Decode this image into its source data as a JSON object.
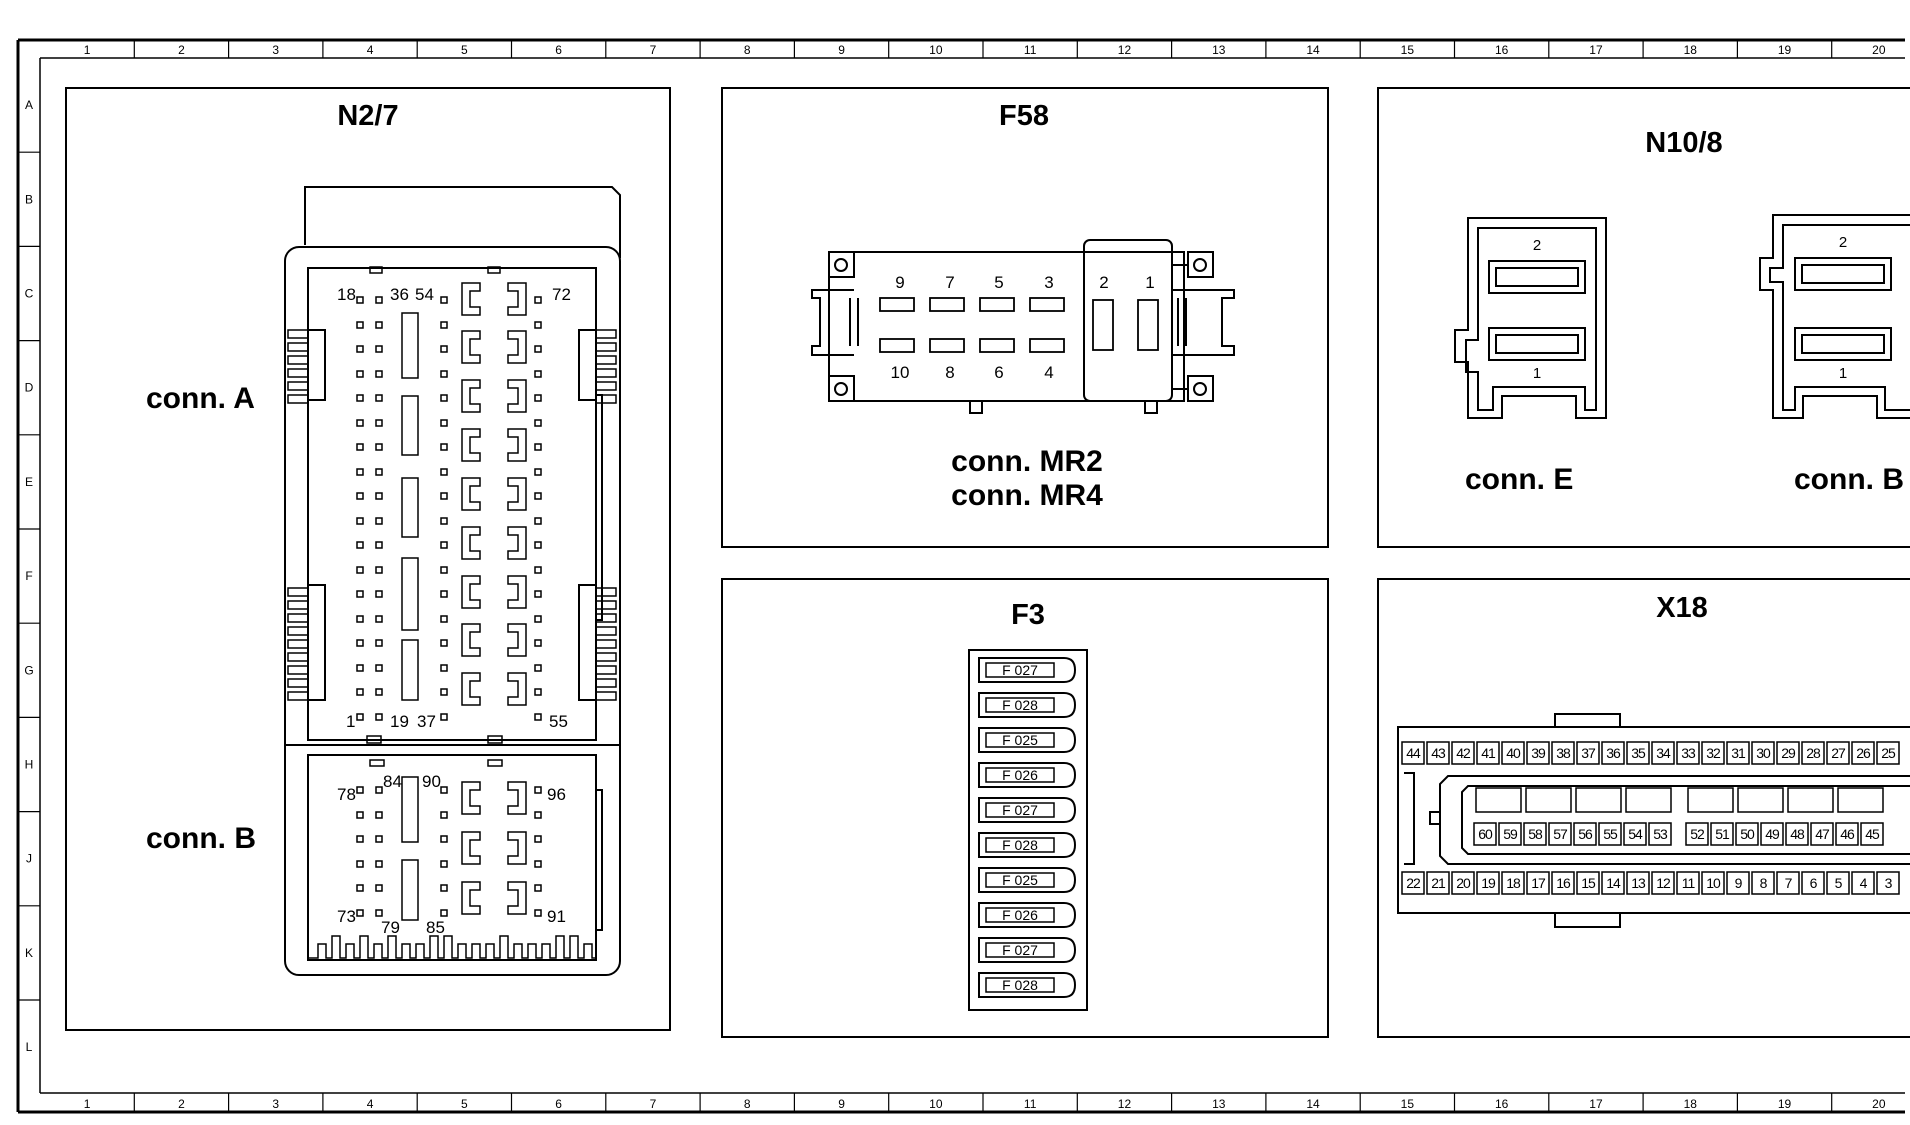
{
  "grid": {
    "columns": [
      "1",
      "2",
      "3",
      "4",
      "5",
      "6",
      "7",
      "8",
      "9",
      "10",
      "11",
      "12",
      "13",
      "14",
      "15",
      "16",
      "17",
      "18",
      "19",
      "20"
    ],
    "rows": [
      "A",
      "B",
      "C",
      "D",
      "E",
      "F",
      "G",
      "H",
      "J",
      "K",
      "L"
    ]
  },
  "n2_7": {
    "title": "N2/7",
    "conn_a_label": "conn. A",
    "conn_b_label": "conn. B",
    "pins_a_top": [
      "18",
      "36",
      "54",
      "72"
    ],
    "pins_a_bottom": [
      "1",
      "19",
      "37",
      "55"
    ],
    "pins_b_top": [
      "78",
      "84",
      "90",
      "96"
    ],
    "pins_b_bottom": [
      "73",
      "79",
      "85",
      "91"
    ]
  },
  "f58": {
    "title": "F58",
    "pins_top": [
      "9",
      "7",
      "5",
      "3"
    ],
    "pins_bottom": [
      "10",
      "8",
      "6",
      "4"
    ],
    "pins_right": [
      "2",
      "1"
    ],
    "conn_label_1": "conn. MR2",
    "conn_label_2": "conn. MR4"
  },
  "f3": {
    "title": "F3",
    "fuses": [
      "F 027",
      "F 028",
      "F 025",
      "F 026",
      "F 027",
      "F 028",
      "F 025",
      "F 026",
      "F 027",
      "F 028"
    ]
  },
  "n10_8": {
    "title": "N10/8",
    "conn_e_label": "conn. E",
    "conn_b_label": "conn. B",
    "pin_top": "2",
    "pin_bottom": "1"
  },
  "x18": {
    "title": "X18",
    "row_top": [
      "44",
      "43",
      "42",
      "41",
      "40",
      "39",
      "38",
      "37",
      "36",
      "35",
      "34",
      "33",
      "32",
      "31",
      "30",
      "29",
      "28",
      "27",
      "26",
      "25"
    ],
    "row_mid_left": [
      "60",
      "59",
      "58",
      "57",
      "56",
      "55",
      "54",
      "53"
    ],
    "row_mid_right": [
      "52",
      "51",
      "50",
      "49",
      "48",
      "47",
      "46",
      "45"
    ],
    "row_bottom": [
      "22",
      "21",
      "20",
      "19",
      "18",
      "17",
      "16",
      "15",
      "14",
      "13",
      "12",
      "11",
      "10",
      "9",
      "8",
      "7",
      "6",
      "5",
      "4",
      "3"
    ]
  }
}
